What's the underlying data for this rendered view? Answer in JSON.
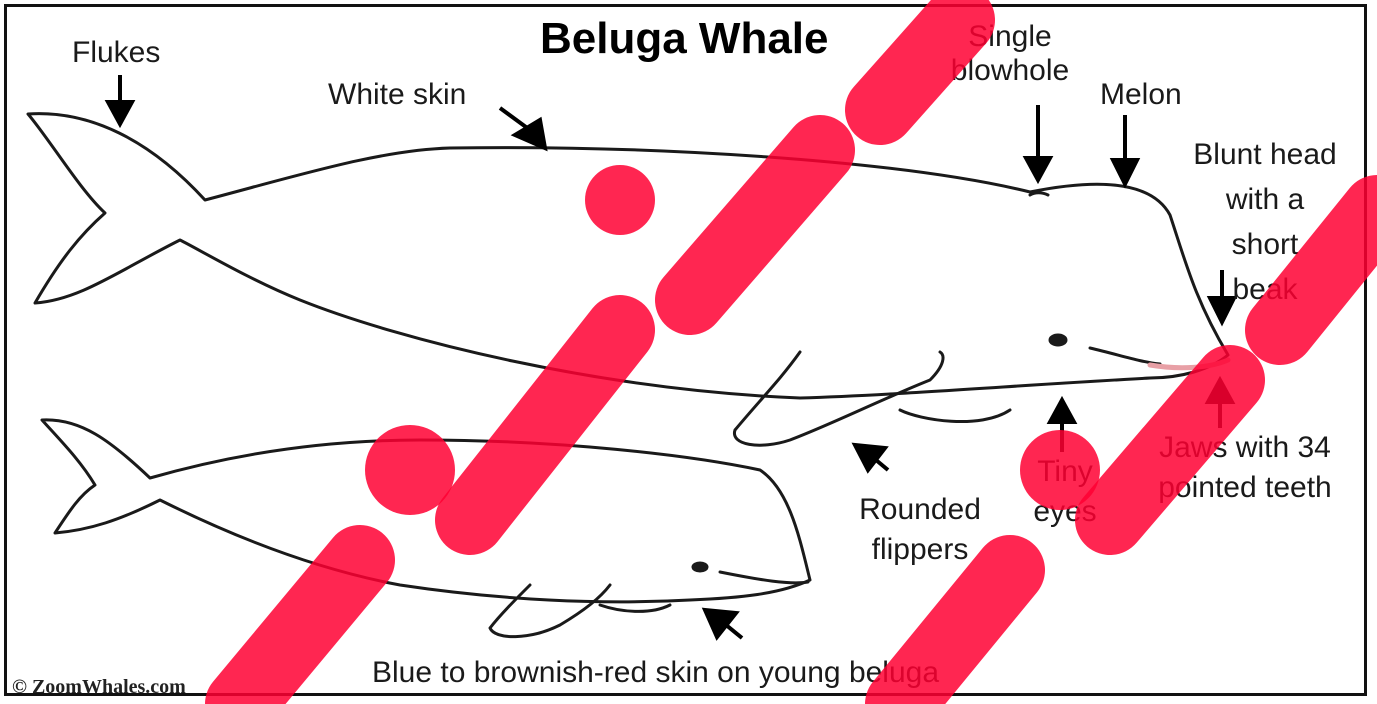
{
  "diagram": {
    "title": "Beluga Whale",
    "labels": {
      "flukes": "Flukes",
      "white_skin": "White skin",
      "blowhole_line1": "Single",
      "blowhole_line2": "blowhole",
      "melon": "Melon",
      "head_line1": "Blunt head",
      "head_line2": "with a",
      "head_line3": "short",
      "head_line4": "beak",
      "flippers_line1": "Rounded",
      "flippers_line2": "flippers",
      "eyes_line1": "Tiny",
      "eyes_line2": "eyes",
      "jaws_line1": "Jaws with 34",
      "jaws_line2": "pointed teeth",
      "young_skin": "Blue to brownish-red skin on young beluga"
    },
    "copyright": "© ZoomWhales.com",
    "colors": {
      "outline": "#1a1a1a",
      "mouth": "#e8a0a6",
      "watermark": "#ff0033"
    }
  }
}
